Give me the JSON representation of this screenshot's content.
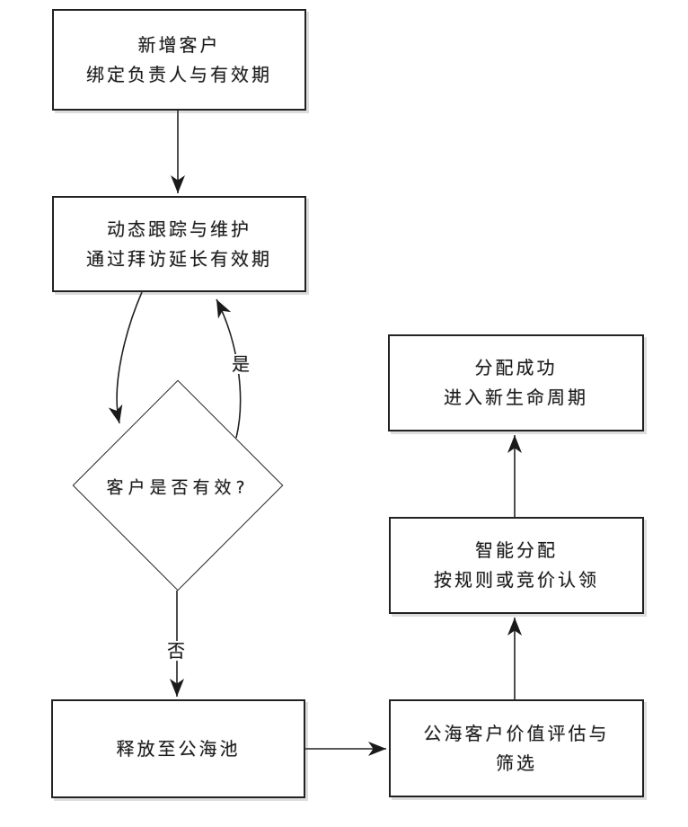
{
  "diagram": {
    "title": "customer-lifecycle-flowchart",
    "background_color": "#ffffff",
    "line_color": "#222222",
    "text_color": "#1c1c1c",
    "nodes": {
      "new_customer": {
        "text": "新增客户\n绑定负责人与有效期"
      },
      "dynamic_tracking": {
        "text": "动态跟踪与维护\n通过拜访延长有效期"
      },
      "decision_valid": {
        "text": "客户是否有效?"
      },
      "release_pool": {
        "text": "释放至公海池"
      },
      "value_evaluation": {
        "text": "公海客户价值评估与\n筛选"
      },
      "smart_assign": {
        "text": "智能分配\n按规则或竞价认领"
      },
      "assign_success": {
        "text": "分配成功\n进入新生命周期"
      }
    },
    "edge_labels": {
      "yes": "是",
      "no": "否"
    },
    "edges": [
      {
        "from": "new_customer",
        "to": "dynamic_tracking",
        "label": ""
      },
      {
        "from": "dynamic_tracking",
        "to": "decision_valid",
        "label": ""
      },
      {
        "from": "decision_valid",
        "to": "dynamic_tracking",
        "label": "是"
      },
      {
        "from": "decision_valid",
        "to": "release_pool",
        "label": "否"
      },
      {
        "from": "release_pool",
        "to": "value_evaluation",
        "label": ""
      },
      {
        "from": "value_evaluation",
        "to": "smart_assign",
        "label": ""
      },
      {
        "from": "smart_assign",
        "to": "assign_success",
        "label": ""
      }
    ]
  }
}
